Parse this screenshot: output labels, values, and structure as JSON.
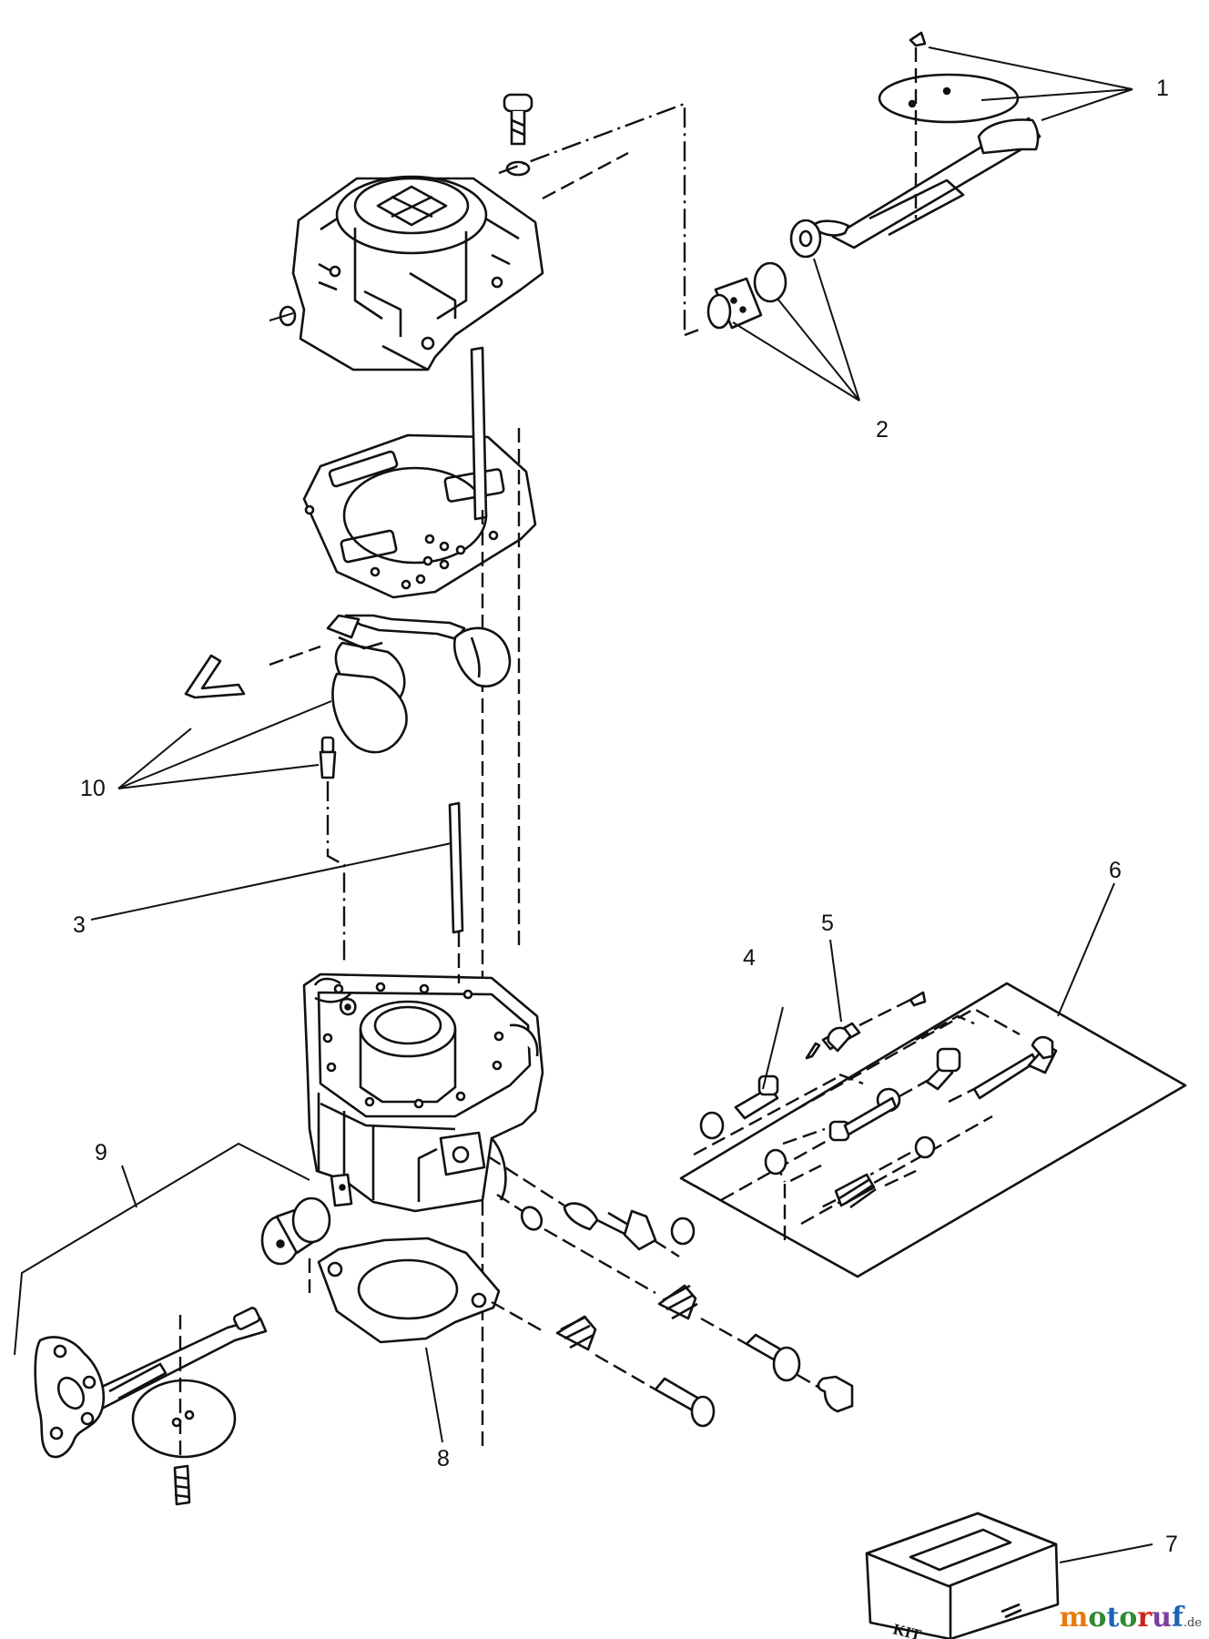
{
  "callouts": {
    "c1": "1",
    "c2": "2",
    "c3": "3",
    "c4": "4",
    "c5": "5",
    "c6": "6",
    "c7": "7",
    "c8": "8",
    "c9": "9",
    "c10": "10"
  },
  "kit_label": "KIT",
  "watermark": {
    "brand": "motoruf",
    "tld": ".de"
  },
  "colors": {
    "line": "#111111",
    "background": "#ffffff",
    "wm_m": "#e87a0c",
    "wm_o": "#2f8a2f",
    "wm_t": "#1e63b5",
    "wm_r": "#c9241c",
    "wm_f": "#7a3fa0"
  }
}
